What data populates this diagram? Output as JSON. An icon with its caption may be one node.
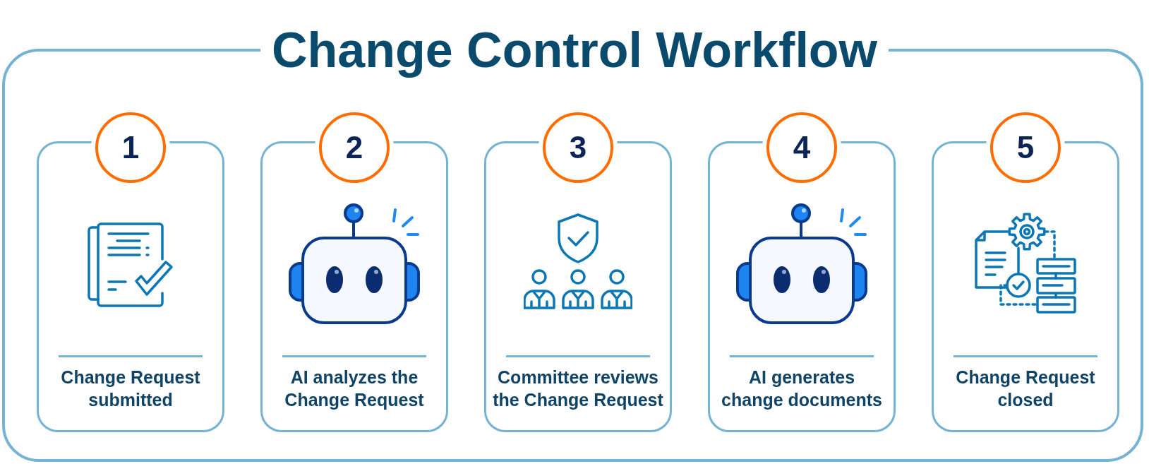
{
  "diagram": {
    "title": "Change Control Workflow",
    "nodes": [
      {
        "text": [],
        "shape": "box"
      },
      {
        "text": [
          "1"
        ],
        "in": 0
      },
      {
        "text": [
          "Change Request submitted"
        ],
        "in": 0
      },
      {
        "text": [
          "2"
        ],
        "in": 0
      },
      {
        "text": [
          "AI analyzes the Change Request"
        ],
        "in": 0
      },
      {
        "text": [
          "3"
        ],
        "in": 0
      },
      {
        "text": [
          "Committee reviews the Change Request"
        ],
        "in": 0
      },
      {
        "text": [
          "4"
        ],
        "in": 0
      },
      {
        "text": [
          "AI generates change documents"
        ],
        "in": 0
      },
      {
        "text": [
          "5"
        ],
        "in": 0
      },
      {
        "text": [
          "Change Request closed"
        ],
        "in": 0
      }
    ]
  }
}
